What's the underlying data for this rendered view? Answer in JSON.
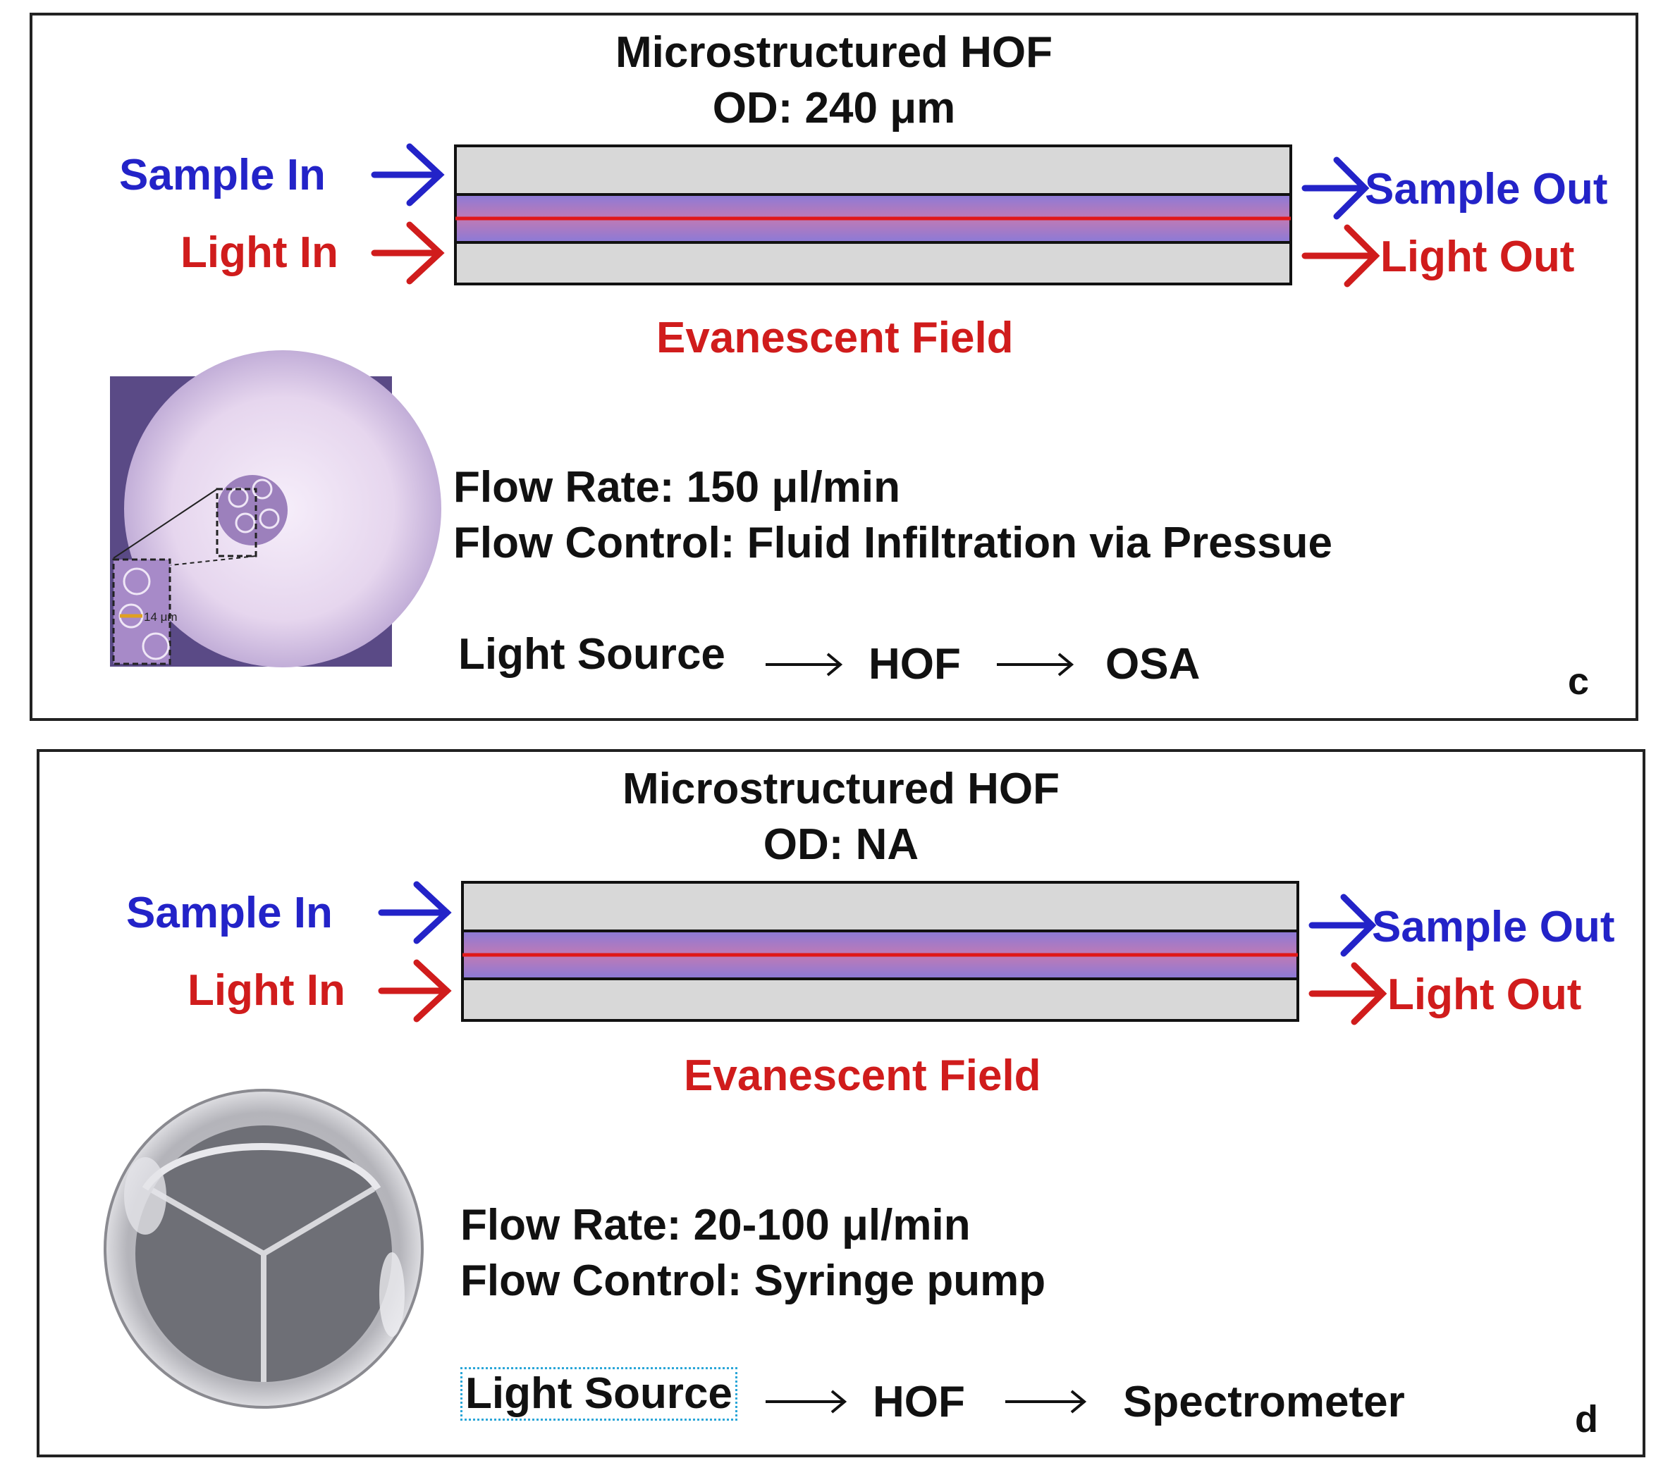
{
  "panels": [
    {
      "id": "c",
      "title": "Microstructured HOF",
      "od": "OD: 240 μm",
      "sample_in": "Sample In",
      "light_in": "Light In",
      "sample_out": "Sample Out",
      "light_out": "Light Out",
      "field_label": "Evanescent Field",
      "flow_rate": "Flow Rate: 150 μl/min",
      "flow_control": "Flow Control: Fluid Infiltration via Pressue",
      "chain": [
        "Light Source",
        "HOF",
        "OSA"
      ],
      "micrograph_scale": "14 μm",
      "letter": "c"
    },
    {
      "id": "d",
      "title": "Microstructured HOF",
      "od": "OD: NA",
      "sample_in": "Sample In",
      "light_in": "Light In",
      "sample_out": "Sample Out",
      "light_out": "Light Out",
      "field_label": "Evanescent Field",
      "flow_rate": "Flow Rate: 20-100 μl/min",
      "flow_control": "Flow Control: Syringe pump",
      "chain": [
        "Light Source",
        "HOF",
        "Spectrometer"
      ],
      "letter": "d"
    }
  ],
  "colors": {
    "sample": "#2323c8",
    "light": "#d01c1c",
    "cladding": "#d8d8d8",
    "core": "#9a7fc0"
  }
}
